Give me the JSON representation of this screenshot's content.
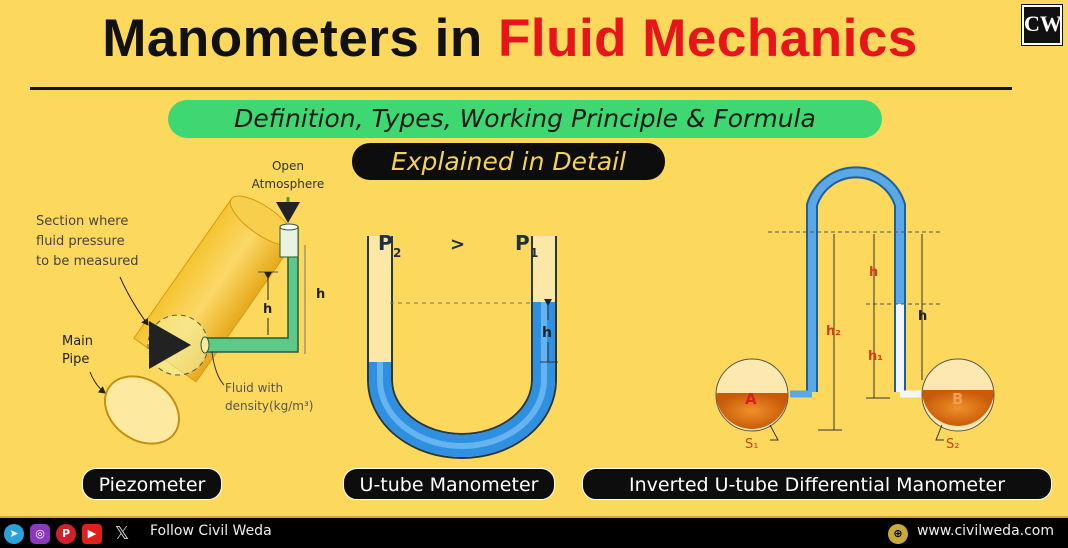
{
  "title": {
    "part1": "Manometers in ",
    "part2": "Fluid Mechanics"
  },
  "logo": "CW",
  "subtitle": "Definition, Types, Working Principle & Formula",
  "subtitle2": "Explained in Detail",
  "piezometer": {
    "open": "Open",
    "atmosphere": "Atmosphere",
    "section1": "Section where",
    "section2": "fluid pressure",
    "section3": "to be measured",
    "main": "Main",
    "pipe": "Pipe",
    "fluid1": "Fluid with",
    "fluid2": "density(kg/m³)",
    "h": "h"
  },
  "utube": {
    "p2": "P",
    "p2sub": "2",
    "gt": ">",
    "p1": "P",
    "p1sub": "1",
    "h": "h"
  },
  "inverted": {
    "h": "h",
    "h1": "h₁",
    "h2": "h₂",
    "a": "A",
    "b": "B",
    "s1": "S₁",
    "s2": "S₂"
  },
  "labels": [
    "Piezometer",
    "U-tube Manometer",
    "Inverted U-tube  Differential Manometer"
  ],
  "footer": {
    "follow": "Follow Civil Weda",
    "site": "www.civilweda.com",
    "icons": [
      "telegram-icon",
      "instagram-icon",
      "pinterest-icon",
      "youtube-icon",
      "x-icon",
      "globe-icon"
    ]
  },
  "colors": {
    "background": "#fcd95c",
    "accent_red": "#e8141c",
    "green_pill": "#3fd772",
    "tube_blue": "#2f8fe0",
    "fluid_green": "#5cc88a",
    "fluid_orange": "#e0780f"
  }
}
